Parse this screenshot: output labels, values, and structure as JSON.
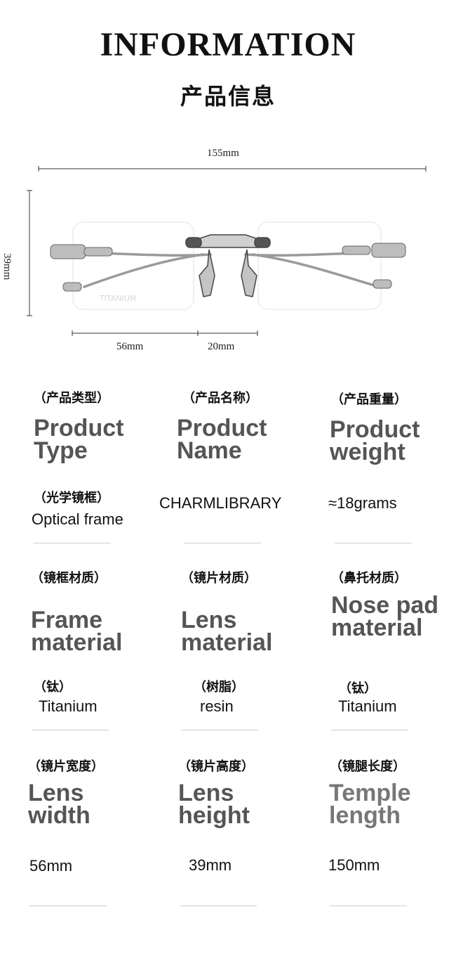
{
  "header": {
    "title_en": "INFORMATION",
    "title_cn": "产品信息"
  },
  "dimensions": {
    "total_width": "155mm",
    "height": "39mm",
    "lens_width": "56mm",
    "bridge_width": "20mm",
    "frame_brand_mark": "TITANIUM"
  },
  "specs": [
    {
      "cn": "（产品类型）",
      "en": "Product Type",
      "sub_cn": "（光学镜框）",
      "value": "Optical frame"
    },
    {
      "cn": "（产品名称）",
      "en": "Product Name",
      "value": "CHARMLIBRARY"
    },
    {
      "cn": "（产品重量）",
      "en": "Product weight",
      "value": "≈18grams"
    },
    {
      "cn": "（镜框材质）",
      "en": "Frame material",
      "sub_cn": "（钛）",
      "value": "Titanium"
    },
    {
      "cn": "（镜片材质）",
      "en": "Lens material",
      "sub_cn": "（树脂）",
      "value": "resin"
    },
    {
      "cn": "（鼻托材质）",
      "en": "Nose pad material",
      "sub_cn": "（钛）",
      "value": "Titanium"
    },
    {
      "cn": "（镜片宽度）",
      "en": "Lens width",
      "value": "56mm"
    },
    {
      "cn": "（镜片高度）",
      "en": "Lens height",
      "value": "39mm"
    },
    {
      "cn": "（镜腿长度）",
      "en": "Temple length",
      "value": "150mm"
    }
  ],
  "colors": {
    "text_dark": "#111111",
    "text_grey": "#555555",
    "rule": "#cfcfcf"
  }
}
